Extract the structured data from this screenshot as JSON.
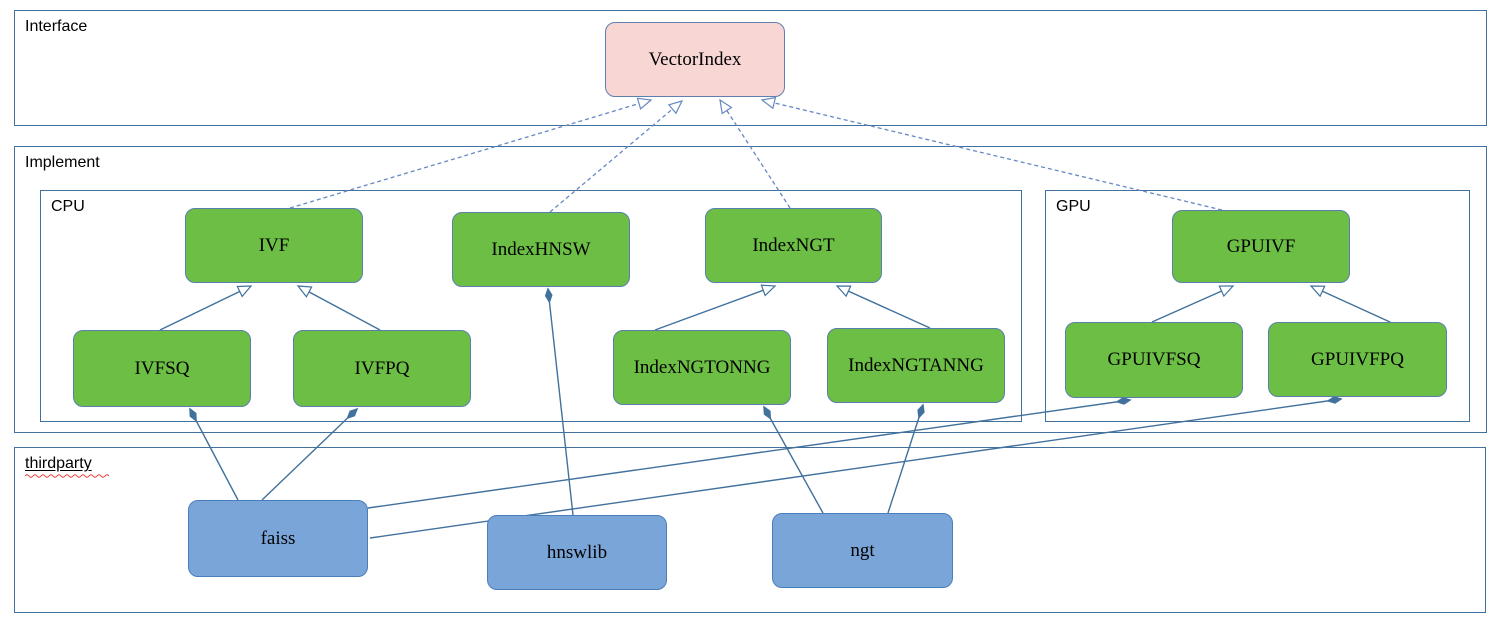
{
  "diagram": {
    "type": "uml-class-diagram",
    "containers": {
      "interface": {
        "label": "Interface"
      },
      "implement": {
        "label": "Implement"
      },
      "cpu": {
        "label": "CPU"
      },
      "gpu": {
        "label": "GPU"
      },
      "thirdparty": {
        "label": "thirdparty"
      }
    },
    "nodes": {
      "vectorindex": {
        "label": "VectorIndex",
        "kind": "interface"
      },
      "ivf": {
        "label": "IVF",
        "kind": "cpu-class"
      },
      "indexhnsw": {
        "label": "IndexHNSW",
        "kind": "cpu-class"
      },
      "indexngt": {
        "label": "IndexNGT",
        "kind": "cpu-class"
      },
      "ivfsq": {
        "label": "IVFSQ",
        "kind": "cpu-class"
      },
      "ivfpq": {
        "label": "IVFPQ",
        "kind": "cpu-class"
      },
      "indexngtonng": {
        "label": "IndexNGTONNG",
        "kind": "cpu-class"
      },
      "indexngtanng": {
        "label": "IndexNGTANNG",
        "kind": "cpu-class"
      },
      "gpuivf": {
        "label": "GPUIVF",
        "kind": "gpu-class"
      },
      "gpuivfsq": {
        "label": "GPUIVFSQ",
        "kind": "gpu-class"
      },
      "gpuivfpq": {
        "label": "GPUIVFPQ",
        "kind": "gpu-class"
      },
      "faiss": {
        "label": "faiss",
        "kind": "thirdparty-lib"
      },
      "hnswlib": {
        "label": "hnswlib",
        "kind": "thirdparty-lib"
      },
      "ngt": {
        "label": "ngt",
        "kind": "thirdparty-lib"
      }
    },
    "edges": [
      {
        "from": "ivf",
        "to": "vectorindex",
        "type": "realization-dashed"
      },
      {
        "from": "indexhnsw",
        "to": "vectorindex",
        "type": "realization-dashed"
      },
      {
        "from": "indexngt",
        "to": "vectorindex",
        "type": "realization-dashed"
      },
      {
        "from": "gpuivf",
        "to": "vectorindex",
        "type": "realization-dashed"
      },
      {
        "from": "ivfsq",
        "to": "ivf",
        "type": "generalization"
      },
      {
        "from": "ivfpq",
        "to": "ivf",
        "type": "generalization"
      },
      {
        "from": "indexngtonng",
        "to": "indexngt",
        "type": "generalization"
      },
      {
        "from": "indexngtanng",
        "to": "indexngt",
        "type": "generalization"
      },
      {
        "from": "gpuivfsq",
        "to": "gpuivf",
        "type": "generalization"
      },
      {
        "from": "gpuivfpq",
        "to": "gpuivf",
        "type": "generalization"
      },
      {
        "from": "ivfsq",
        "to": "faiss",
        "type": "composition"
      },
      {
        "from": "ivfpq",
        "to": "faiss",
        "type": "composition"
      },
      {
        "from": "indexhnsw",
        "to": "hnswlib",
        "type": "composition"
      },
      {
        "from": "indexngtonng",
        "to": "ngt",
        "type": "composition"
      },
      {
        "from": "indexngtanng",
        "to": "ngt",
        "type": "composition"
      },
      {
        "from": "gpuivfsq",
        "to": "faiss",
        "type": "composition"
      },
      {
        "from": "gpuivfpq",
        "to": "faiss",
        "type": "composition"
      }
    ],
    "colors": {
      "class_green_fill": "#6cbe45",
      "class_green_border": "#5a7fae",
      "interface_pink_fill": "#f8d6d3",
      "interface_pink_border": "#5f7fae",
      "lib_blue_fill": "#7aa5d8",
      "lib_blue_border": "#4a7ebb",
      "container_border": "#41719c",
      "connector_solid": "#41719c",
      "connector_dashed": "#6688c4",
      "spellcheck_red": "#e0392f"
    }
  }
}
